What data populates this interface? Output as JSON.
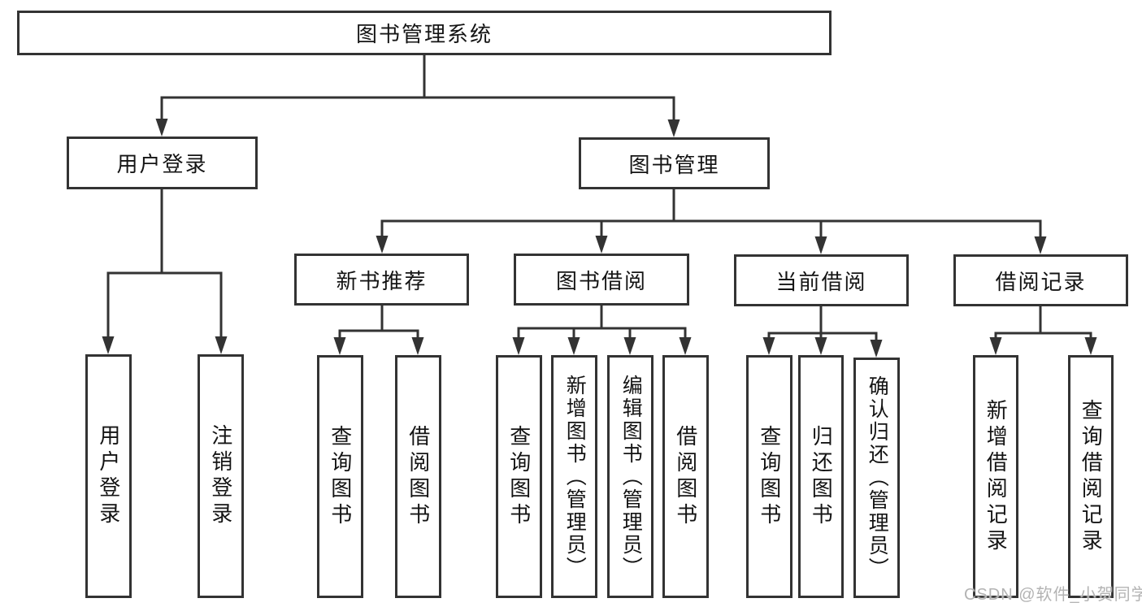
{
  "nodes": {
    "root": "图书管理系统",
    "user_login": "用户登录",
    "book_management": "图书管理",
    "new_book_recommend": "新书推荐",
    "book_borrow": "图书借阅",
    "current_borrow": "当前借阅",
    "borrow_records": "借阅记录",
    "leaf_user_login": "用户登录",
    "leaf_logout": "注销登录",
    "leaf_recommend_query": "查询图书",
    "leaf_recommend_borrow": "借阅图书",
    "leaf_borrow_query": "查询图书",
    "leaf_borrow_add": "新增图书（管理员）",
    "leaf_borrow_edit": "编辑图书（管理员）",
    "leaf_borrow_lend": "借阅图书",
    "leaf_current_query": "查询图书",
    "leaf_current_return": "归还图书",
    "leaf_current_confirm": "确认归还（管理员）",
    "leaf_records_add": "新增借阅记录",
    "leaf_records_query": "查询借阅记录"
  },
  "hierarchy": {
    "label": "图书管理系统",
    "children": [
      {
        "label": "用户登录",
        "children": [
          {
            "label": "用户登录"
          },
          {
            "label": "注销登录"
          }
        ]
      },
      {
        "label": "图书管理",
        "children": [
          {
            "label": "新书推荐",
            "children": [
              {
                "label": "查询图书"
              },
              {
                "label": "借阅图书"
              }
            ]
          },
          {
            "label": "图书借阅",
            "children": [
              {
                "label": "查询图书"
              },
              {
                "label": "新增图书（管理员）"
              },
              {
                "label": "编辑图书（管理员）"
              },
              {
                "label": "借阅图书"
              }
            ]
          },
          {
            "label": "当前借阅",
            "children": [
              {
                "label": "查询图书"
              },
              {
                "label": "归还图书"
              },
              {
                "label": "确认归还（管理员）"
              }
            ]
          },
          {
            "label": "借阅记录",
            "children": [
              {
                "label": "新增借阅记录"
              },
              {
                "label": "查询借阅记录"
              }
            ]
          }
        ]
      }
    ]
  },
  "watermark": "CSDN @软件_小贺同学",
  "colors": {
    "line": "#333333",
    "text": "#141414",
    "background": "#ffffff",
    "watermark": "#b3b3b3"
  }
}
